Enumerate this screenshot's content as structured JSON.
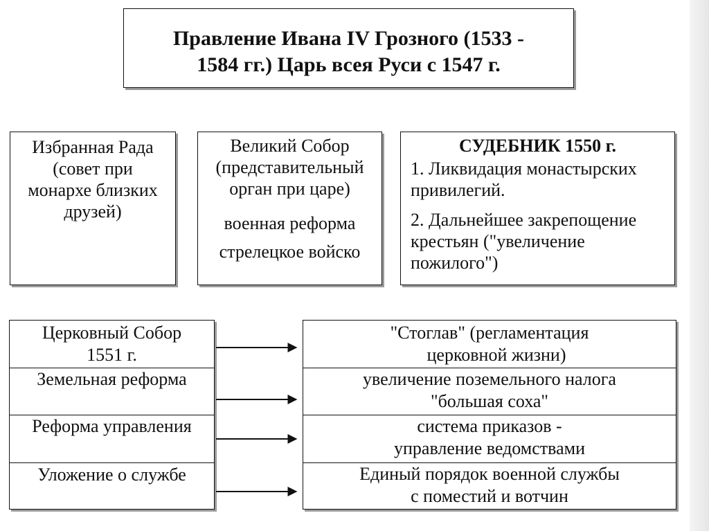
{
  "title": {
    "line1": "Правление Ивана IV Грозного (1533 -",
    "line2": "1584 гг.) Царь всея Руси с 1547 г."
  },
  "rada": {
    "lines": [
      "Избранная Рада",
      "(совет при",
      "монархе близких",
      "друзей)"
    ]
  },
  "sobor": {
    "lines": [
      "Великий Собор",
      "(представительный",
      "орган при царе)"
    ],
    "reform": "военная реформа",
    "army": "стрелецкое войско"
  },
  "sudebnik": {
    "heading": "СУДЕБНИК 1550 г.",
    "item1": [
      "1. Ликвидация монастырских",
      "привилегий."
    ],
    "item2": [
      "2. Дальнейшее закрепощение",
      "крестьян (\"увеличение",
      "пожилого\")"
    ]
  },
  "reforms": [
    {
      "left": [
        "Церковный Собор",
        "1551 г."
      ],
      "right": [
        "\"Стоглав\" (регламентация",
        "церковной жизни)"
      ]
    },
    {
      "left": [
        "Земельная реформа"
      ],
      "right": [
        "увеличение поземельного налога",
        "\"большая соха\""
      ]
    },
    {
      "left": [
        "Реформа управления"
      ],
      "right": [
        "система приказов -",
        "управление ведомствами"
      ]
    },
    {
      "left": [
        "Уложение о службе"
      ],
      "right": [
        "Единый порядок военной службы",
        "с поместий и вотчин"
      ]
    }
  ]
}
